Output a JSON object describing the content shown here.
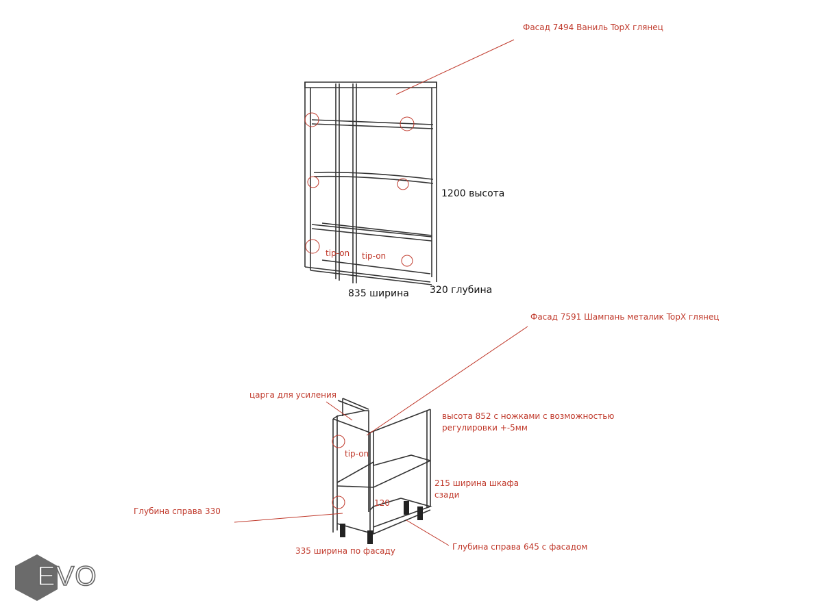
{
  "top_cabinet": {
    "facade_label": "Фасад 7494 Ваниль TopX глянец",
    "height_label": "1200 высота",
    "width_label": "835 ширина",
    "depth_label": "320 глубина",
    "tip_on_left": "tip-on",
    "tip_on_right": "tip-on"
  },
  "bottom_cabinet": {
    "facade_label": "Фасад 7591 Шампань металик TopX глянец",
    "rail_label": "царга для усиления",
    "height_label_line1": "высота 852 с ножками с возможностью",
    "height_label_line2": "регулировки +-5мм",
    "tip_on": "tip-on",
    "back_width_line1": "215 ширина шкафа",
    "back_width_line2": "сзади",
    "dim_120": "120",
    "depth_right_330": "Глубина справа 330",
    "front_width": "335 ширина по фасаду",
    "depth_right_645": "Глубина справа 645 с фасадом"
  },
  "logo": {
    "text": "EVO"
  },
  "colors": {
    "annotation": "#c0392b",
    "line": "#333333"
  }
}
